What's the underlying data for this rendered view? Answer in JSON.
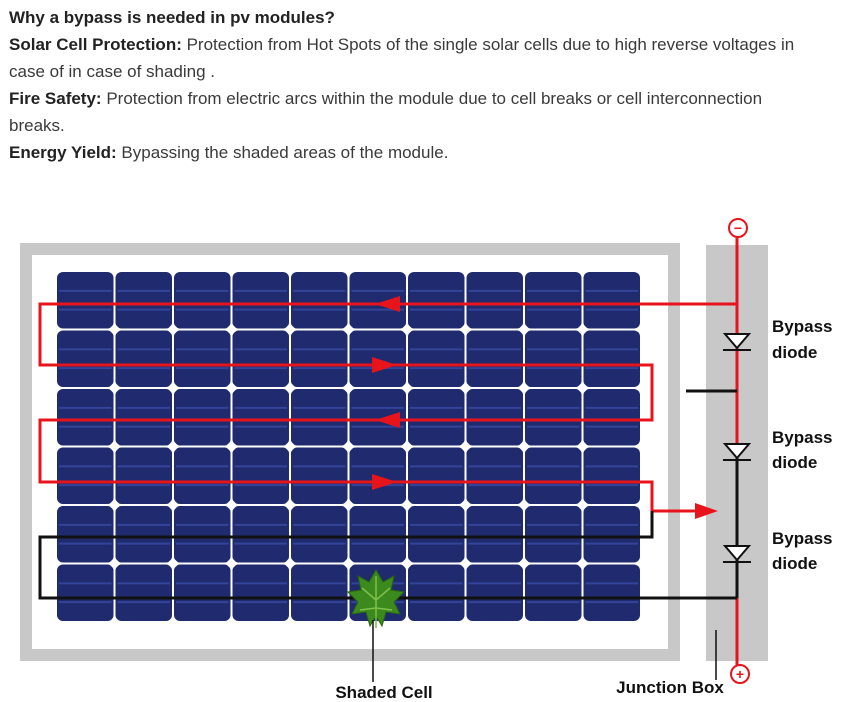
{
  "article": {
    "heading": "Why a bypass is needed in pv modules?",
    "items": [
      {
        "label": "Solar Cell Protection:",
        "text": " Protection from Hot Spots of the single solar cells due to high reverse voltages in case of in case of shading ."
      },
      {
        "label": "Fire Safety:",
        "text": " Protection from electric arcs within the module due to cell breaks or cell interconnection"
      },
      {
        "label": "",
        "text": "breaks."
      },
      {
        "label": "Energy Yield:",
        "text": " Bypassing the shaded areas of the module."
      }
    ]
  },
  "diagram": {
    "diode_labels": [
      {
        "line1": "Bypass",
        "line2": "diode"
      },
      {
        "line1": "Bypass",
        "line2": "diode"
      },
      {
        "line1": "Bypass",
        "line2": "diode"
      }
    ],
    "terminal_minus": "−",
    "terminal_plus": "+",
    "shaded_cell_label": "Shaded Cell",
    "junction_box_label": "Junction Box",
    "colors": {
      "frame": "#c8c8c8",
      "cell": "#1f2b6e",
      "cell_highlight": "#33449a",
      "current": "#e8141c",
      "wire": "#111111",
      "leaf": "#3c8a1e",
      "junction_box": "#c8c8c8"
    },
    "icons": [
      "leaf-icon",
      "diode-icon"
    ]
  }
}
